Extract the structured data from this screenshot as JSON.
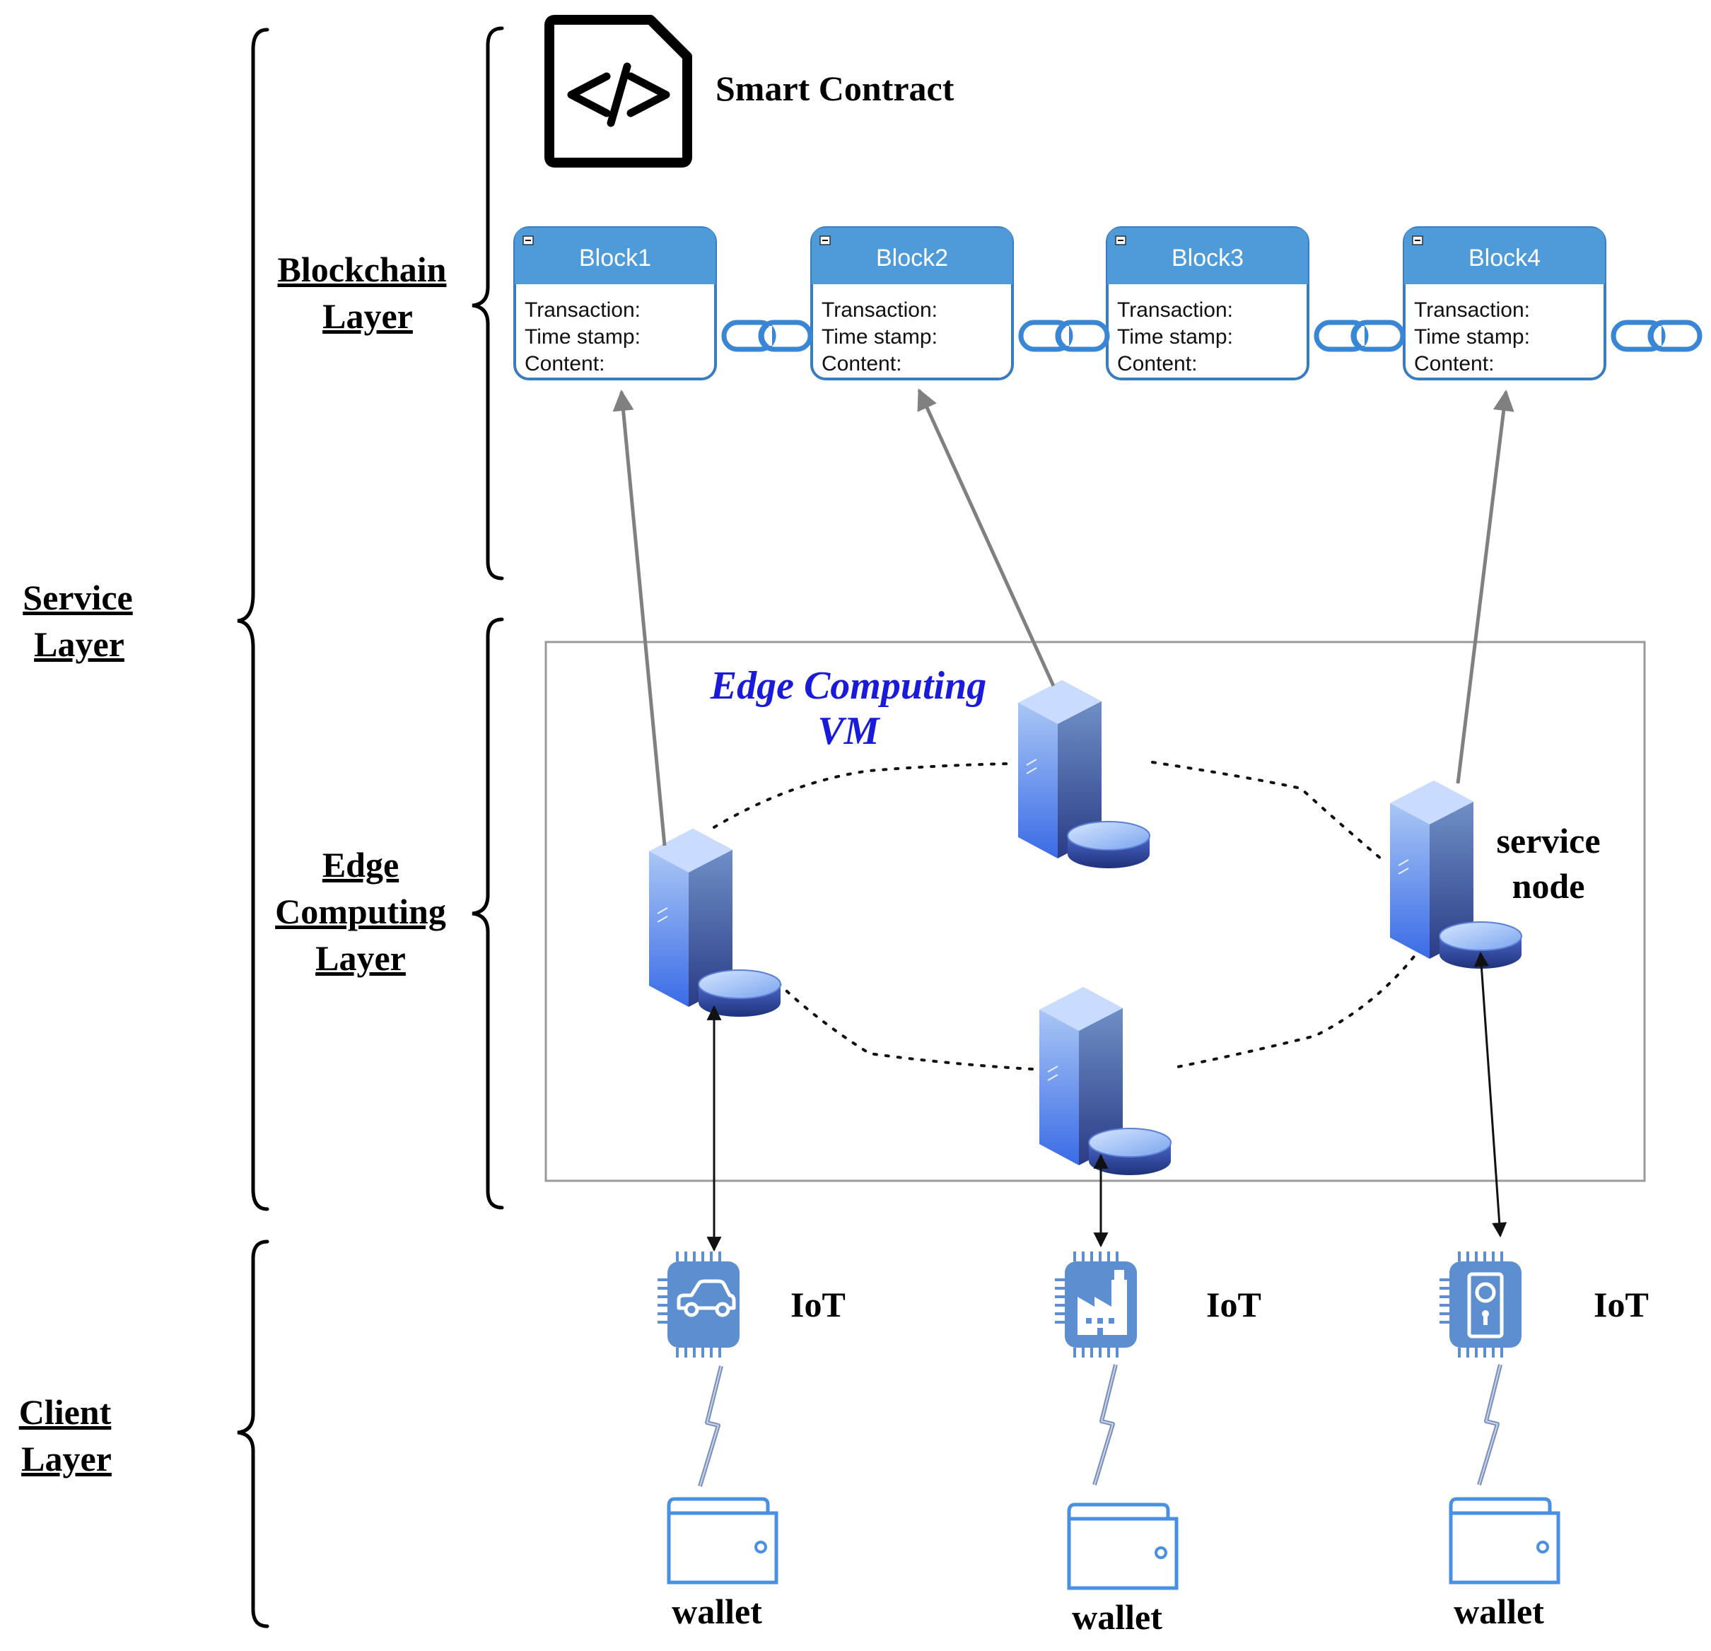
{
  "layers": {
    "service": [
      "Service ",
      "Layer"
    ],
    "blockchain": [
      "Blockchain ",
      "Layer"
    ],
    "edge": [
      "Edge",
      "Computing",
      "Layer"
    ],
    "client": [
      "Client ",
      "Layer"
    ]
  },
  "smart_contract": {
    "label": "Smart Contract",
    "icon": "code-file-icon"
  },
  "block_fields": [
    "Transaction:",
    "Time stamp:",
    "Content:"
  ],
  "blocks": [
    {
      "title": "Block1"
    },
    {
      "title": "Block2"
    },
    {
      "title": "Block3"
    },
    {
      "title": "Block4"
    }
  ],
  "edge_vm": {
    "title_line1": "Edge Computing",
    "title_line2": "VM",
    "title_color": "#1a1adb"
  },
  "service_node": {
    "line1": "service",
    "line2": "node"
  },
  "iot_devices": [
    {
      "label": "IoT",
      "icon": "car-chip-icon",
      "wallet_label": "wallet"
    },
    {
      "label": "IoT",
      "icon": "factory-chip-icon",
      "wallet_label": "wallet"
    },
    {
      "label": "IoT",
      "icon": "lock-chip-icon",
      "wallet_label": "wallet"
    }
  ],
  "colors": {
    "block_header": "#4f9ad8",
    "block_border": "#3a7cc0",
    "chain_link": "#3a86d6",
    "server_light": "#d4e4ff",
    "server_dark": "#2e5fe0",
    "iot_chip": "#5d8fd0",
    "wallet": "#4a90e2",
    "arrow_gray": "#808080"
  }
}
